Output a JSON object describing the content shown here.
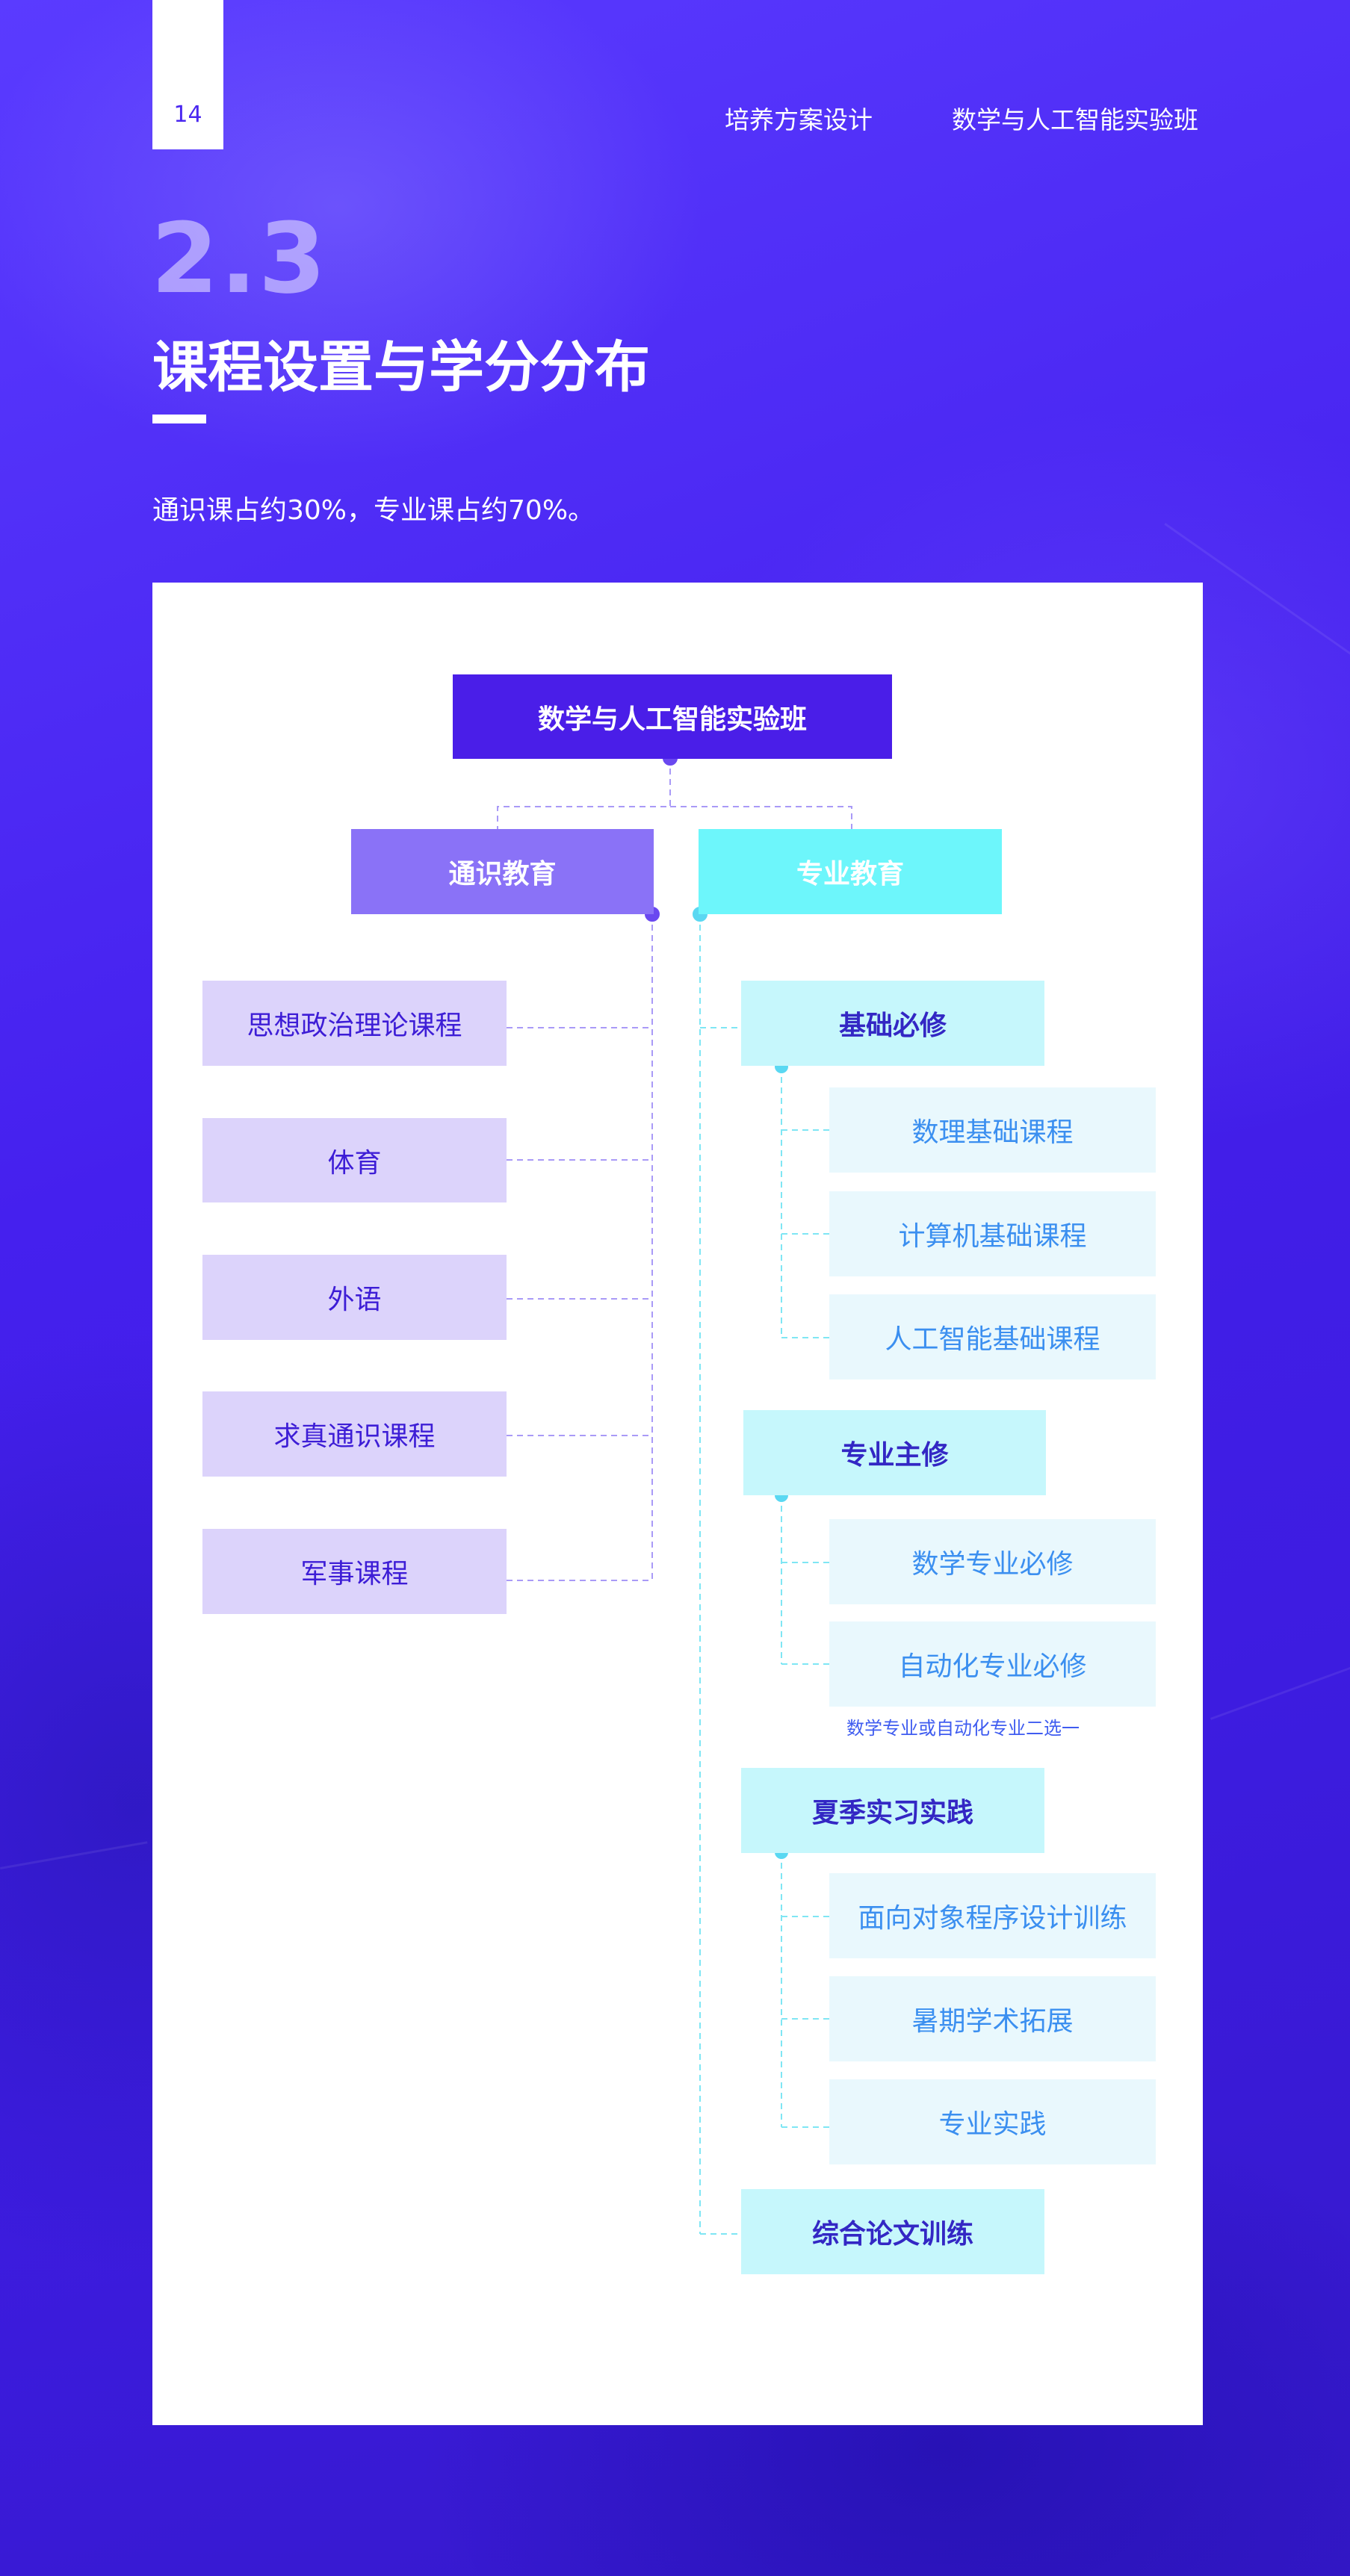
{
  "header": {
    "page_number": "14",
    "section_label": "培养方案设计",
    "program_label": "数学与人工智能实验班"
  },
  "section": {
    "number": "2.3",
    "title": "课程设置与学分分布",
    "intro": "通识课占约30%，专业课占约70%。"
  },
  "diagram": {
    "root": "数学与人工智能实验班",
    "general": {
      "label": "通识教育",
      "items": [
        "思想政治理论课程",
        "体育",
        "外语",
        "求真通识课程",
        "军事课程"
      ]
    },
    "professional": {
      "label": "专业教育",
      "groups": [
        {
          "label": "基础必修",
          "items": [
            "数理基础课程",
            "计算机基础课程",
            "人工智能基础课程"
          ]
        },
        {
          "label": "专业主修",
          "items": [
            "数学专业必修",
            "自动化专业必修"
          ],
          "note": "数学专业或自动化专业二选一"
        },
        {
          "label": "夏季实习实践",
          "items": [
            "面向对象程序设计训练",
            "暑期学术拓展",
            "专业实践"
          ]
        },
        {
          "label": "综合论文训练"
        }
      ]
    }
  },
  "colors": {
    "background": "#4a27f0",
    "root": "#4a1ee8",
    "general": "#8a72f7",
    "professional": "#6df6fb",
    "general_leaf": "#dcd3fb",
    "professional_group": "#c6f7fc",
    "professional_leaf": "#e9f8fd"
  }
}
